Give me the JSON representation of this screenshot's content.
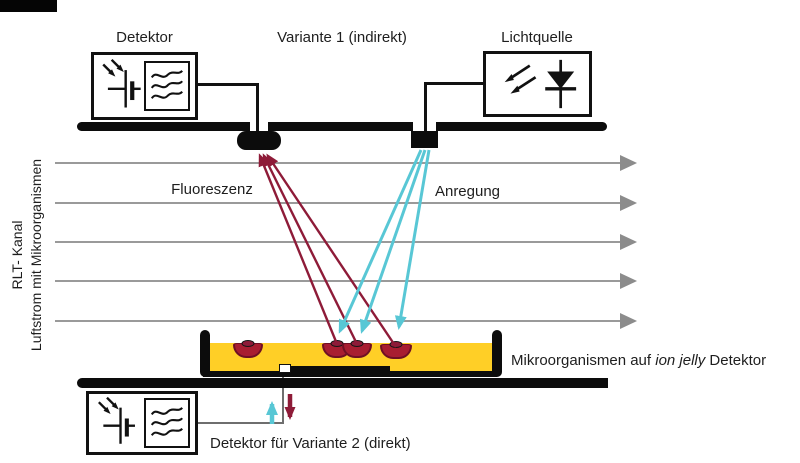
{
  "diagram": {
    "type": "schematic",
    "subject": "Fluorescence detection of microorganisms in an air handling duct"
  },
  "labels": {
    "detector_top": "Detektor",
    "variant1": "Variante 1 (indirekt)",
    "light_source": "Lichtquelle",
    "fluorescence": "Fluoreszenz",
    "excitation": "Anregung",
    "duct_line1": "RLT- Kanal",
    "duct_line2": "Luftstrom mit Mikroorganismen",
    "substrate_prefix": "Mikroorganismen auf ",
    "substrate_italic": "ion jelly",
    "substrate_suffix": " Detektor",
    "detector_bottom": "Detektor für Variante 2 (direkt)"
  },
  "colors": {
    "excitation_cyan": "#58C7D5",
    "fluorescence_red": "#8E1B38",
    "microbe_fill": "#A81D31",
    "gel_yellow": "#FFCF26",
    "airflow_gray": "#9A9A9A",
    "ink_black": "#111111"
  },
  "airflow": {
    "arrow_count": 5,
    "direction": "left-to-right"
  },
  "beams": {
    "fluorescence_rays": 3,
    "excitation_rays": 3
  },
  "microorganisms": {
    "blob_count": 4
  },
  "icons": [
    "photodiode-icon",
    "optical-filter-icon",
    "led-icon"
  ]
}
